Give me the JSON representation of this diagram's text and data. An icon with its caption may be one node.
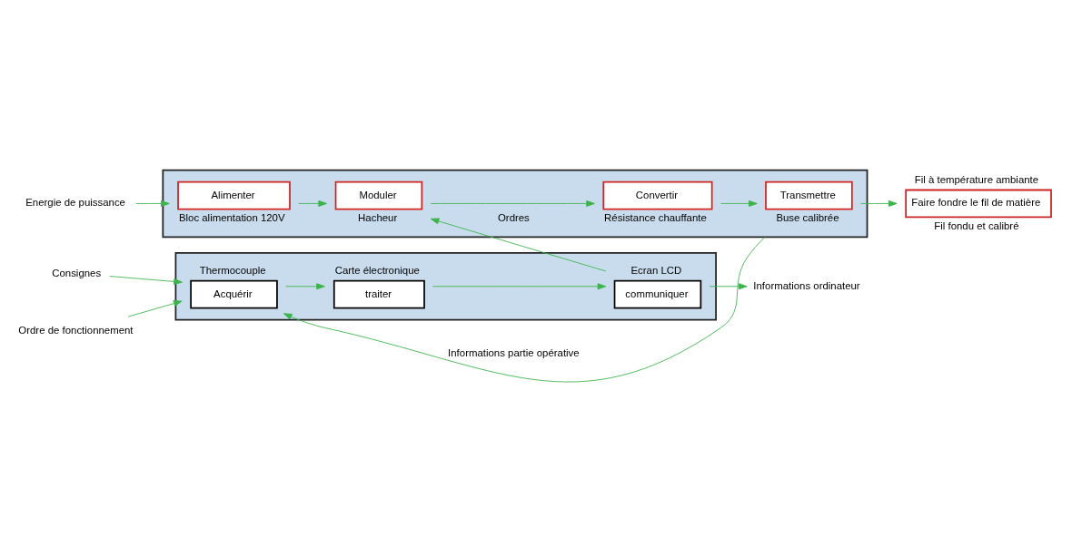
{
  "diagram": {
    "nodes": [
      {
        "text": [],
        "shape": "box"
      },
      {
        "text": [
          "Acquérir"
        ],
        "beside": [
          "Thermocouple"
        ],
        "in": 0
      },
      {
        "text": [
          "traiter"
        ],
        "beside": [
          "Carte électronique"
        ],
        "in": 0
      },
      {
        "text": [
          "communiquer"
        ],
        "beside": [
          "Ecran LCD"
        ],
        "in": 0
      },
      {
        "text": [],
        "shape": "box"
      },
      {
        "text": [
          "Alimenter"
        ],
        "beside": [
          "Bloc alimentation 120V"
        ],
        "in": 4
      },
      {
        "text": [
          "Moduler"
        ],
        "beside": [
          "Hacheur"
        ],
        "in": 4
      },
      {
        "text": [
          "Convertir"
        ],
        "beside": [
          "Résistance chauffante"
        ],
        "in": 4
      },
      {
        "text": [
          "Transmettre"
        ],
        "beside": [
          "Buse calibrée"
        ],
        "in": 4
      },
      {
        "text": [
          "Faire fondre le fil de matière"
        ],
        "beside": [
          "Fil à température ambiante",
          "Fil fondu et calibré"
        ]
      },
      {
        "text": [
          "Consignes"
        ]
      },
      {
        "text": [
          "Ordre de fonctionnement"
        ]
      },
      {
        "text": [
          "Informations ordinateur"
        ]
      },
      {
        "text": [
          "Energie de puissance"
        ]
      }
    ],
    "edges": [
      {
        "from": 10,
        "to": 1,
        "arrow": "to"
      },
      {
        "from": 11,
        "to": 1,
        "arrow": "to"
      },
      {
        "from": 1,
        "to": 2,
        "arrow": "to"
      },
      {
        "from": 2,
        "to": 3,
        "arrow": "to"
      },
      {
        "from": 3,
        "to": 12,
        "arrow": "to"
      },
      {
        "from": 3,
        "to": 6,
        "arrow": "to",
        "label": "Ordres"
      },
      {
        "from": 4,
        "to": 1,
        "arrow": "to",
        "label": "Informations partie opérative"
      },
      {
        "from": 13,
        "to": 5,
        "arrow": "to"
      },
      {
        "from": 5,
        "to": 6,
        "arrow": "to"
      },
      {
        "from": 6,
        "to": 7,
        "arrow": "to"
      },
      {
        "from": 7,
        "to": 8,
        "arrow": "to"
      },
      {
        "from": 8,
        "to": 9,
        "arrow": "to"
      }
    ]
  }
}
